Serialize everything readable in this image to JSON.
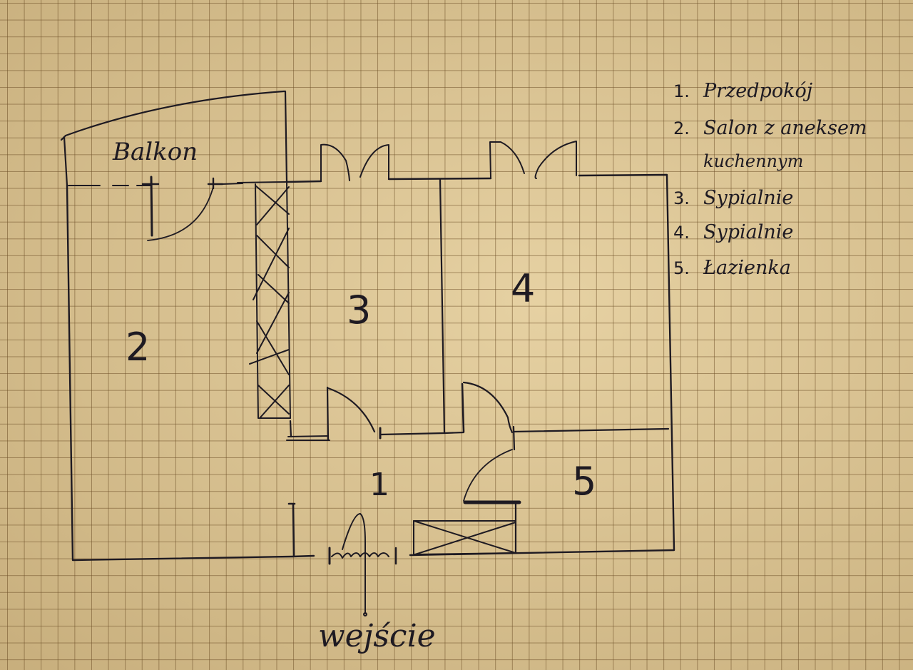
{
  "plan": {
    "balcony_label": "Balkon",
    "entrance_label": "wejście",
    "rooms": [
      {
        "number": "1",
        "name": "Przedpokój"
      },
      {
        "number": "2",
        "name": "Salon z aneksem kuchennym"
      },
      {
        "number": "3",
        "name": "Sypialnie"
      },
      {
        "number": "4",
        "name": "Sypialnie"
      },
      {
        "number": "5",
        "name": "Łazienka"
      }
    ]
  },
  "legend": {
    "items": [
      {
        "num": "1.",
        "text": "Przedpokój"
      },
      {
        "num": "2.",
        "text": "Salon z aneksem"
      },
      {
        "num": "",
        "text": "kuchennym"
      },
      {
        "num": "3.",
        "text": "Sypialnie"
      },
      {
        "num": "4.",
        "text": "Sypialnie"
      },
      {
        "num": "5.",
        "text": "Łazienka"
      }
    ]
  },
  "colors": {
    "paper": "#d9c18f",
    "grid": "#6e5028",
    "ink": "#1e1a22"
  }
}
